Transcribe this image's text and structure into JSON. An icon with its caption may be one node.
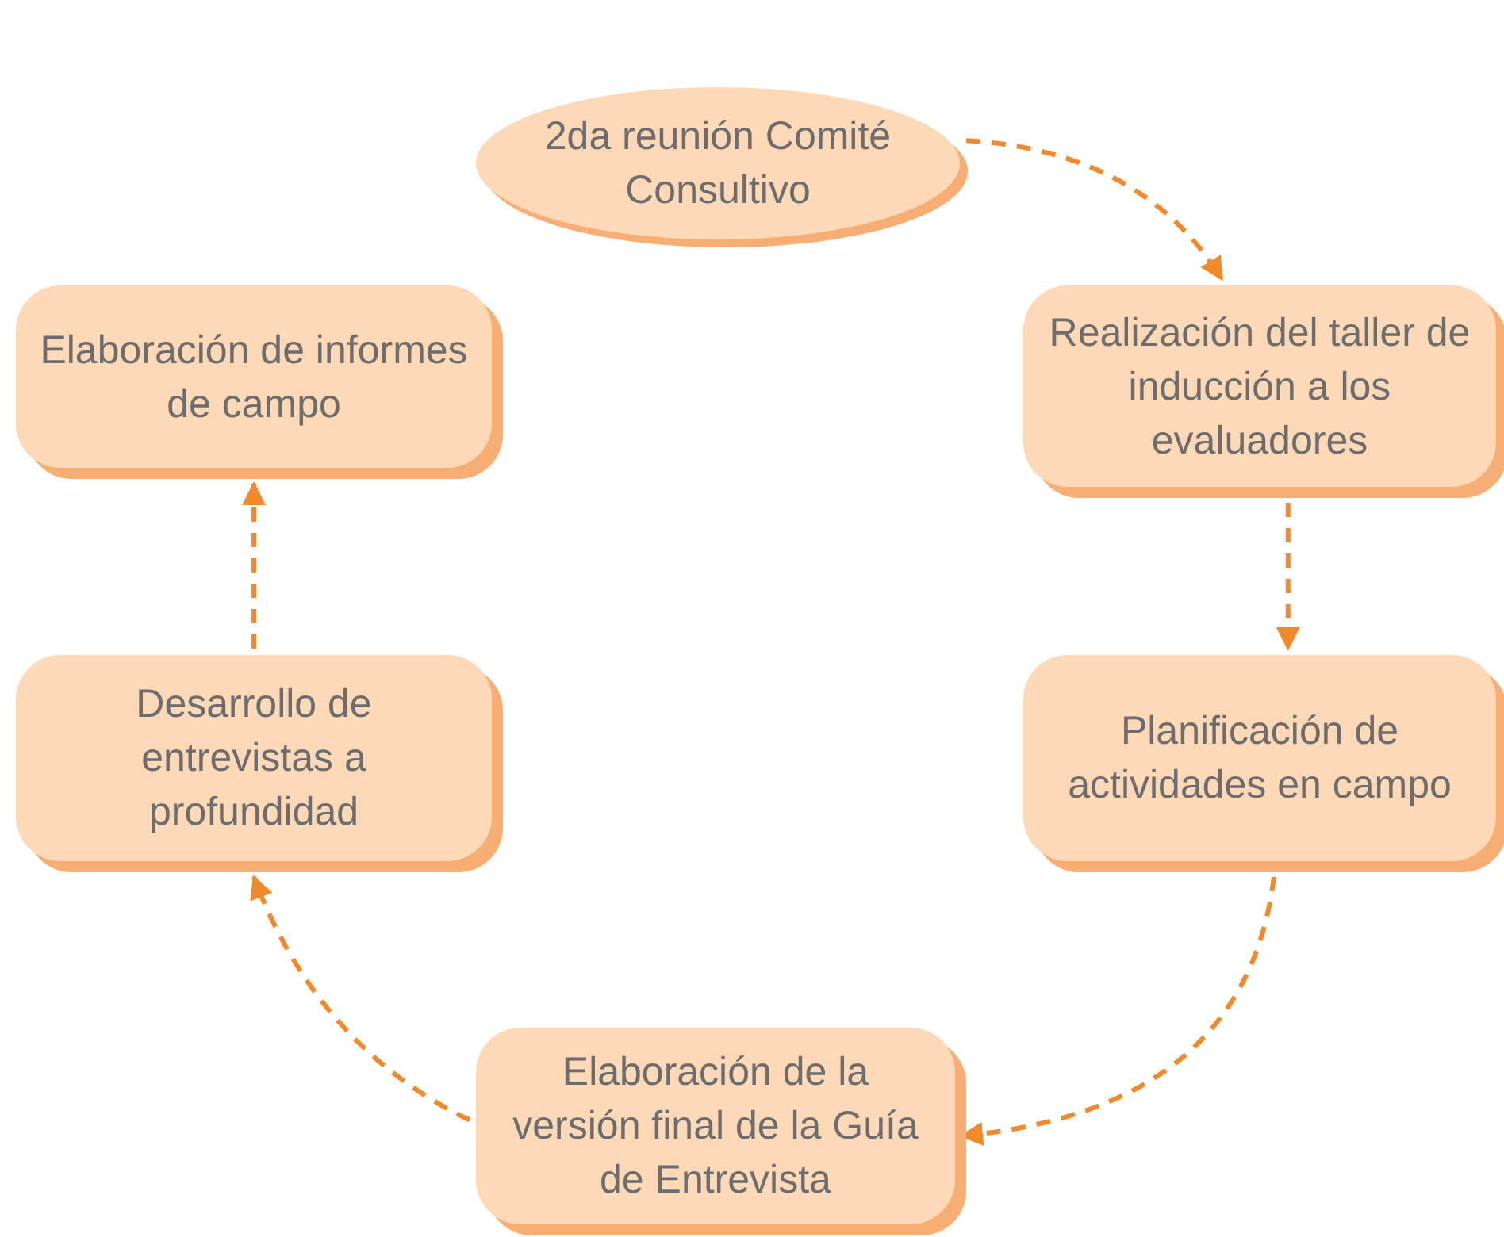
{
  "diagram": {
    "nodes": [
      {
        "text": [
          "2da reunión Comité Consultivo"
        ]
      },
      {
        "text": [
          "Realización del taller de inducción a los evaluadores"
        ]
      },
      {
        "text": [
          "Planificación de actividades en campo"
        ]
      },
      {
        "text": [
          "Elaboración de la versión final de la Guía de Entrevista"
        ]
      },
      {
        "text": [
          "Desarrollo de entrevistas a profundidad"
        ]
      },
      {
        "text": [
          "Elaboración de informes de campo"
        ]
      }
    ],
    "edges": [
      {
        "from": 0,
        "to": 1,
        "arrow": "to",
        "style": "dashed"
      },
      {
        "from": 1,
        "to": 2,
        "arrow": "to",
        "style": "dashed"
      },
      {
        "from": 2,
        "to": 3,
        "arrow": "to",
        "style": "dashed"
      },
      {
        "from": 3,
        "to": 4,
        "arrow": "to",
        "style": "dashed"
      },
      {
        "from": 4,
        "to": 5,
        "arrow": "to",
        "style": "dashed"
      }
    ]
  }
}
